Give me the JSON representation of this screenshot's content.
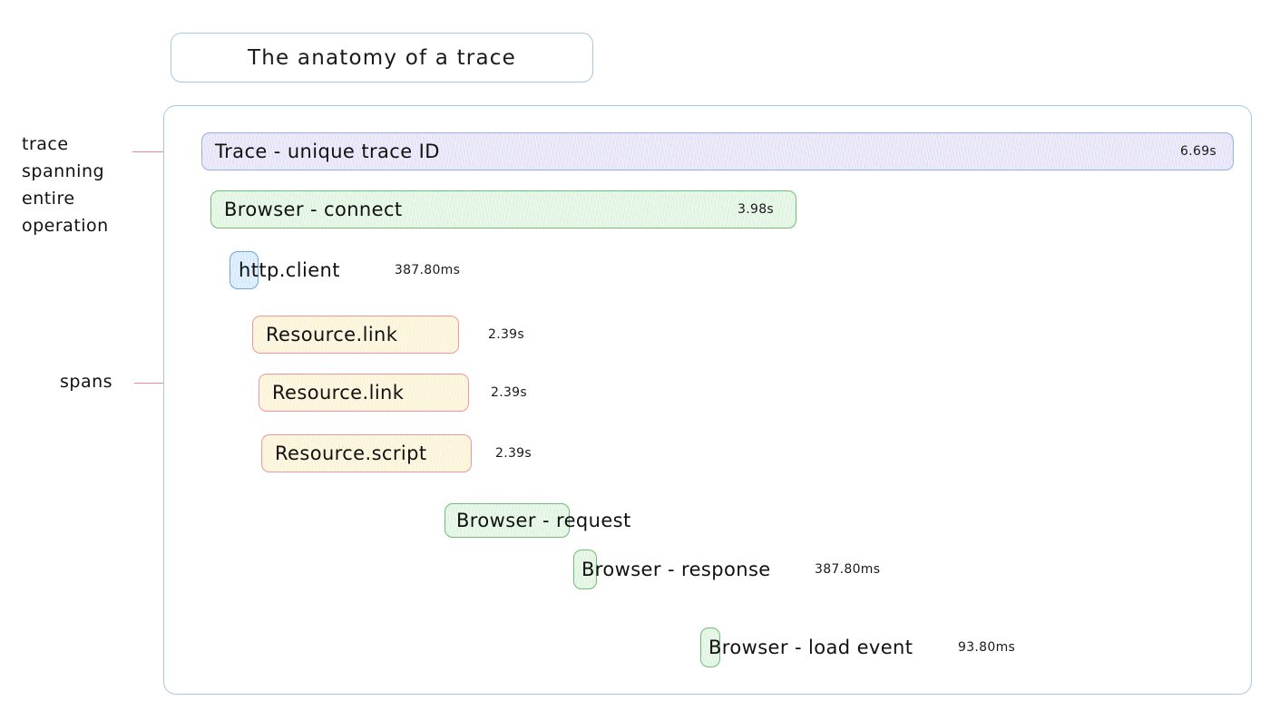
{
  "title": {
    "text": "The anatomy of a trace"
  },
  "annotations": [
    {
      "name": "trace-annotation",
      "text": "trace\nspanning\nentire\noperation"
    },
    {
      "name": "spans-annotation",
      "text": "spans"
    }
  ],
  "colors": {
    "container_border": "#a8c6ea",
    "trace_fill": "#e3e1f7",
    "trace_border": "#93b4e0",
    "browser_fill": "#ddf3de",
    "browser_border": "#72bb7a",
    "http_fill": "#d3e8fb",
    "http_border": "#6ea7d8",
    "resource_fill": "#fbf2d4",
    "resource_border": "#ef9a9a",
    "leader_line": "#f08a8a",
    "text": "#111111"
  },
  "rows": [
    {
      "name": "trace-row",
      "label": "Trace - unique trace ID",
      "duration": "6.69s",
      "duration_position": "inside",
      "theme": "purple"
    },
    {
      "name": "browser-connect-row",
      "label": "Browser - connect",
      "duration": "3.98s",
      "duration_position": "inside",
      "theme": "green"
    },
    {
      "name": "http-client-row",
      "label": "http.client",
      "duration": "387.80ms",
      "duration_position": "outside",
      "theme": "blue"
    },
    {
      "name": "resource-link-row-1",
      "label": "Resource.link",
      "duration": "2.39s",
      "duration_position": "outside",
      "theme": "yellow"
    },
    {
      "name": "resource-link-row-2",
      "label": "Resource.link",
      "duration": "2.39s",
      "duration_position": "outside",
      "theme": "yellow"
    },
    {
      "name": "resource-script-row",
      "label": "Resource.script",
      "duration": "2.39s",
      "duration_position": "outside",
      "theme": "yellow"
    },
    {
      "name": "browser-request-row",
      "label": "Browser - request",
      "duration": "",
      "duration_position": "none",
      "theme": "green"
    },
    {
      "name": "browser-response-row",
      "label": "Browser - response",
      "duration": "387.80ms",
      "duration_position": "outside",
      "theme": "green"
    },
    {
      "name": "browser-load-event-row",
      "label": "Browser - load event",
      "duration": "93.80ms",
      "duration_position": "outside",
      "theme": "green"
    }
  ]
}
